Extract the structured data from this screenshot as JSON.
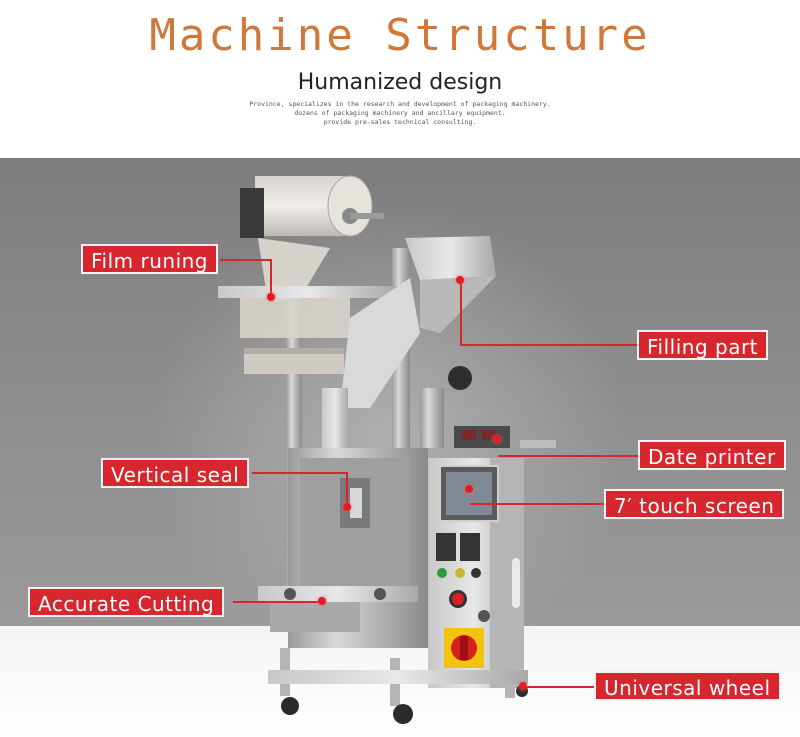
{
  "header": {
    "title": "Machine Structure",
    "subtitle": "Humanized design",
    "description": [
      "Province, specializes in the research and development of packaging machinery.",
      "dozens of packaging machinery and ancillary equipment.",
      "provide pre-sales technical consulting."
    ]
  },
  "labels": {
    "film_running": "Film runing",
    "filling_part": "Filling part",
    "vertical_seal": "Vertical seal",
    "date_printer": "Date printer",
    "touch_screen": "7′  touch screen",
    "accurate_cutting": "Accurate Cutting",
    "universal_wheel": "Universal wheel"
  },
  "colors": {
    "title": "#d0783a",
    "label_bg": "#d7262e",
    "marker": "#e01c24"
  }
}
